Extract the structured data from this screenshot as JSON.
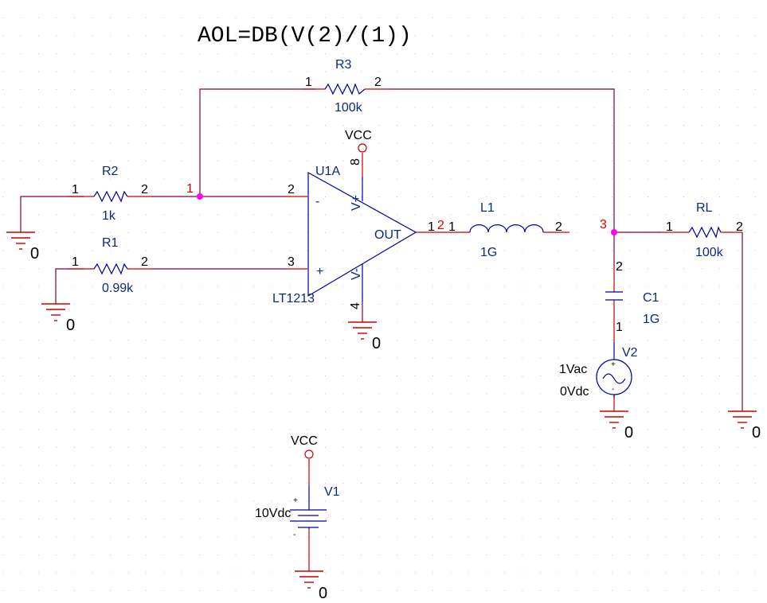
{
  "title_expression": "AOL=DB(V(2)/(1))",
  "colors": {
    "wire": "#800040",
    "pin": "#cc0000",
    "part": "#0000a0",
    "junction": "#ff00ff",
    "net_label": "#dd0000",
    "part_label": "#0a2a7a"
  },
  "parts": {
    "R3": {
      "ref": "R3",
      "value": "100k",
      "pin1": "1",
      "pin2": "2"
    },
    "R2": {
      "ref": "R2",
      "value": "1k",
      "pin1": "1",
      "pin2": "2"
    },
    "R1": {
      "ref": "R1",
      "value": "0.99k",
      "pin1": "1",
      "pin2": "2"
    },
    "U1A": {
      "ref": "U1A",
      "model": "LT1213",
      "pin_inv": "2",
      "pin_noninv": "3",
      "pin_out": "1",
      "pin_vpos": "8",
      "pin_vneg": "4",
      "label_out": "OUT",
      "label_vpos": "V+",
      "label_vneg": "V-",
      "sign_inv": "-",
      "sign_noninv": "+"
    },
    "L1": {
      "ref": "L1",
      "value": "1G",
      "pin1": "1",
      "pin2": "2"
    },
    "RL": {
      "ref": "RL",
      "value": "100k",
      "pin1": "1",
      "pin2": "2"
    },
    "C1": {
      "ref": "C1",
      "value": "1G",
      "pin1": "1",
      "pin2": "2"
    },
    "V2": {
      "ref": "V2",
      "ac": "1Vac",
      "dc": "0Vdc",
      "plus": "+",
      "minus": "-"
    },
    "V1": {
      "ref": "V1",
      "value": "10Vdc",
      "plus": "+",
      "minus": "-"
    }
  },
  "power": {
    "vcc_label": "VCC",
    "ground_label": "0"
  },
  "nets": {
    "n1": "1",
    "n2": "2",
    "n3": "3"
  }
}
